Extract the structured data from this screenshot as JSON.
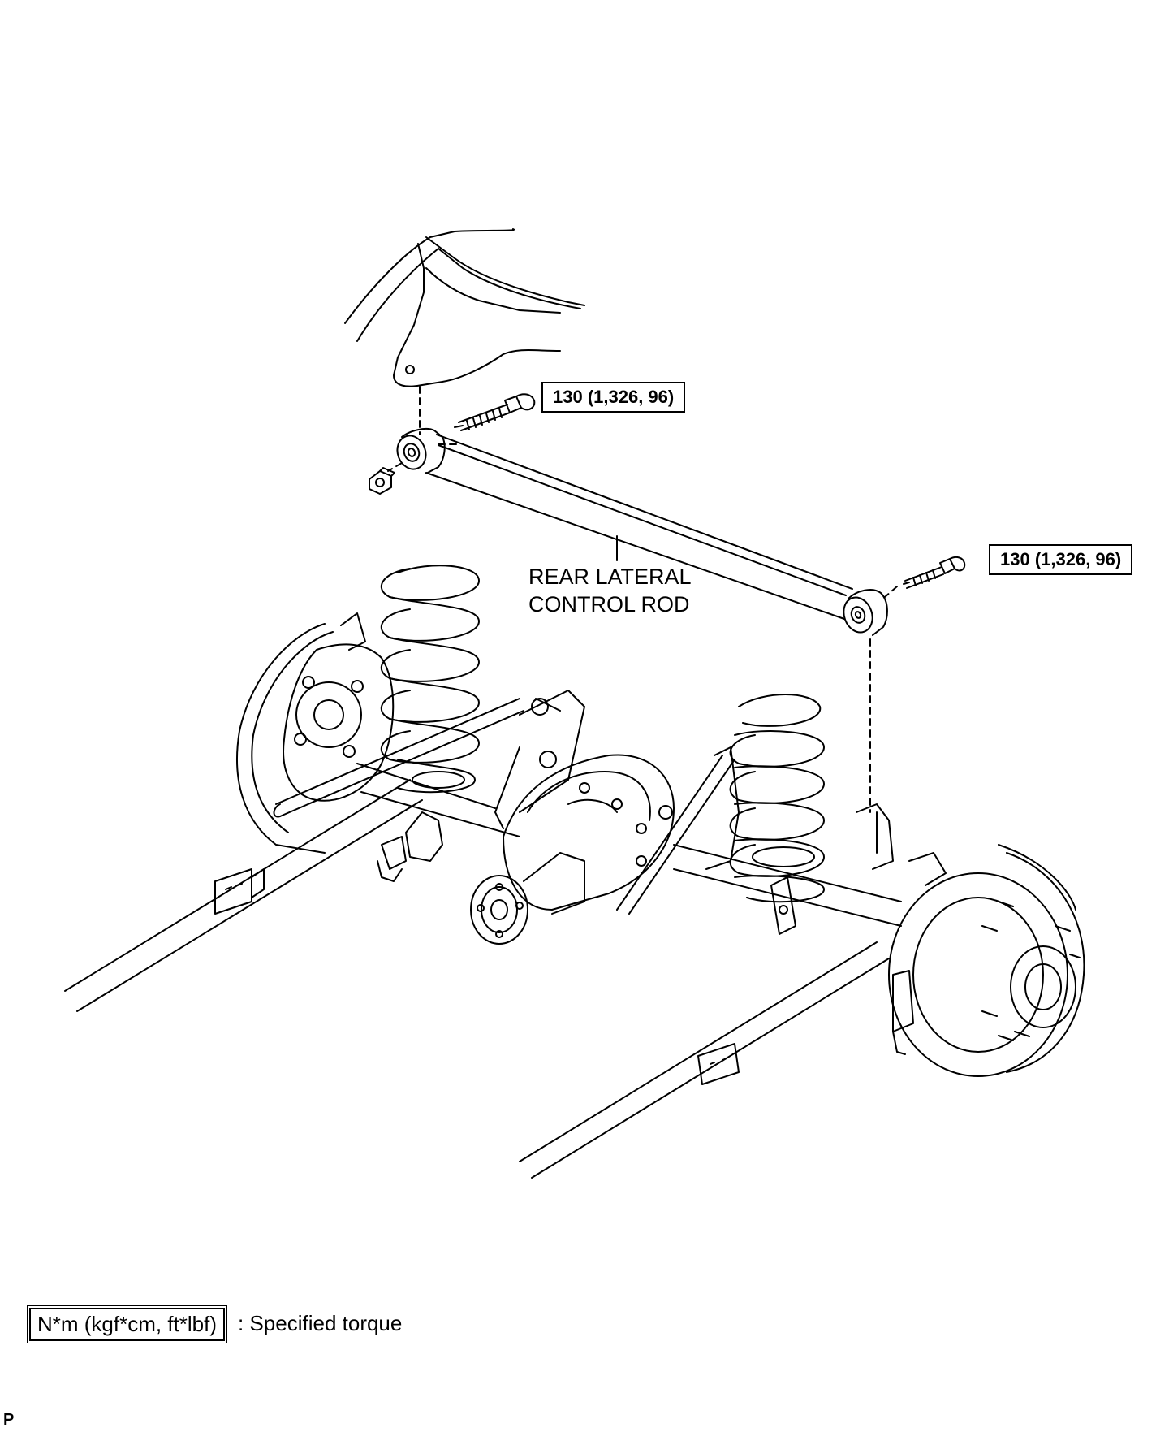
{
  "callouts": {
    "torque_top": "130 (1,326, 96)",
    "torque_right": "130 (1,326, 96)"
  },
  "part_label": {
    "line1": "REAR LATERAL",
    "line2": "CONTROL ROD"
  },
  "legend": {
    "unit": "N*m (kgf*cm, ft*lbf)",
    "description": ": Specified torque"
  },
  "corner_mark": "P",
  "colors": {
    "line": "#000000",
    "background": "#ffffff"
  }
}
